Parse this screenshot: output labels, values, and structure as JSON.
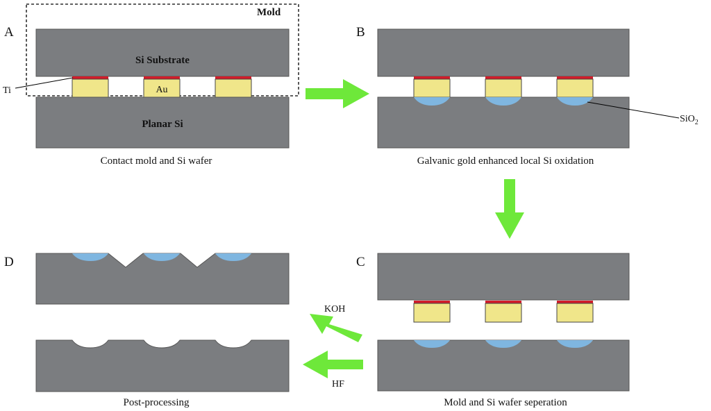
{
  "panels": {
    "a": {
      "letter": "A",
      "caption": "Contact mold and Si wafer",
      "substrate_label": "Si Substrate",
      "wafer_label": "Planar Si",
      "mold_label": "Mold",
      "ti_label": "Ti",
      "au_label": "Au"
    },
    "b": {
      "letter": "B",
      "caption": "Galvanic gold enhanced local Si oxidation",
      "oxide_label": "SiO",
      "oxide_subscript": "2"
    },
    "c": {
      "letter": "C",
      "caption": "Mold and Si wafer seperation"
    },
    "d": {
      "letter": "D",
      "caption": "Post-processing"
    }
  },
  "arrows": {
    "koh_label": "KOH",
    "hf_label": "HF"
  },
  "colors": {
    "silicon": "#7b7d80",
    "gold": "#f0e68a",
    "titanium": "#d21c2a",
    "oxide": "#7fb6e0",
    "arrow": "#6ee83a"
  }
}
